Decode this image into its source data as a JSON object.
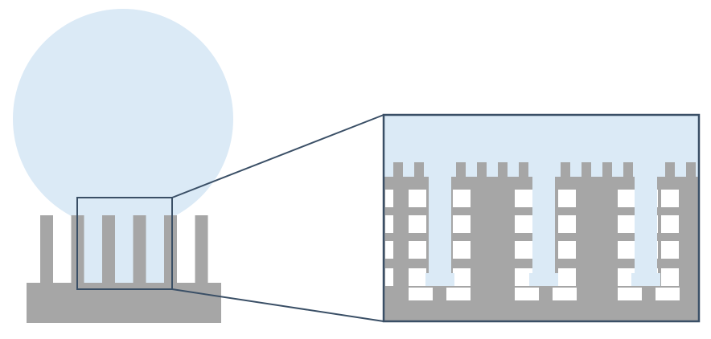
{
  "colors": {
    "background": "#ffffff",
    "droplet": "#dbeaf6",
    "substrate": "#a6a6a6",
    "outline": "#3a4f66"
  },
  "diagram": {
    "pillar_count": 6,
    "zoom_pore_count": 7,
    "zoom_penetrating_channels": 3
  }
}
